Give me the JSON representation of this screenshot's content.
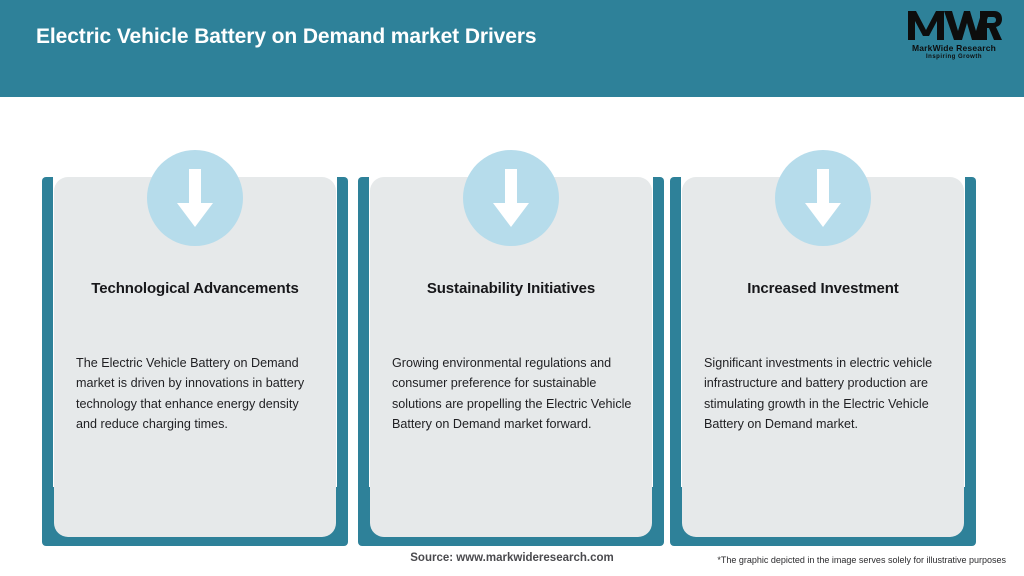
{
  "header": {
    "title": "Electric Vehicle Battery on Demand market Drivers",
    "background_color": "#2e8199",
    "title_color": "#ffffff"
  },
  "logo": {
    "mark_text": "MWR",
    "name": "MarkWide Research",
    "tagline": "Inspiring Growth"
  },
  "cards": [
    {
      "icon": "down-arrow-icon",
      "title": "Technological Advancements",
      "body": "The Electric Vehicle Battery on Demand market is driven by innovations in battery technology that enhance energy density and reduce charging times."
    },
    {
      "icon": "down-arrow-icon",
      "title": "Sustainability Initiatives",
      "body": "Growing environmental regulations and consumer preference for sustainable solutions are propelling the Electric Vehicle Battery on Demand market forward."
    },
    {
      "icon": "down-arrow-icon",
      "title": "Increased Investment",
      "body": "Significant investments in electric vehicle infrastructure and battery production are stimulating growth in the Electric Vehicle Battery on Demand market."
    }
  ],
  "footer": {
    "source": "Source: www.markwideresearch.com",
    "disclaimer": "*The graphic depicted in the image serves solely for illustrative purposes"
  },
  "colors": {
    "accent_teal": "#2e8199",
    "card_grey": "#e6e9ea",
    "badge_blue": "#b6dceb",
    "page_background": "#ffffff"
  }
}
